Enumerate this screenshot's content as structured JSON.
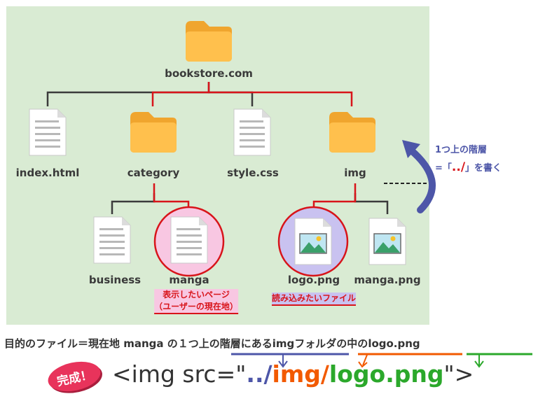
{
  "tree": {
    "root": "bookstore.com",
    "level1": [
      "index.html",
      "category",
      "style.css",
      "img"
    ],
    "category_children": [
      "business",
      "manga"
    ],
    "img_children": [
      "logo.png",
      "manga.png"
    ]
  },
  "notes": {
    "current_page_line1": "表示したいページ",
    "current_page_line2": "（ユーザーの現在地）",
    "target_file": "読み込みたいファイル"
  },
  "side_note": {
    "line1": "1つ上の階層",
    "prefix": "=「",
    "dots": "../",
    "suffix": "」を書く"
  },
  "sentence": {
    "part1": "目的のファイル＝現在地 manga の",
    "part2": "１つ上の階層",
    "part3": "にある",
    "part4": "imgフォルダ",
    "part5": "の中の",
    "part6": "logo.png"
  },
  "badge": "完成！",
  "code": {
    "open": "<img src=\"",
    "dots": "../",
    "folder": "img/",
    "file": "logo.png",
    "close": "\">"
  },
  "colors": {
    "panel_bg": "#d9ebd3",
    "path_red": "#d8141a",
    "blue": "#4d56a8",
    "orange": "#f25a00",
    "green": "#2ba82b"
  }
}
